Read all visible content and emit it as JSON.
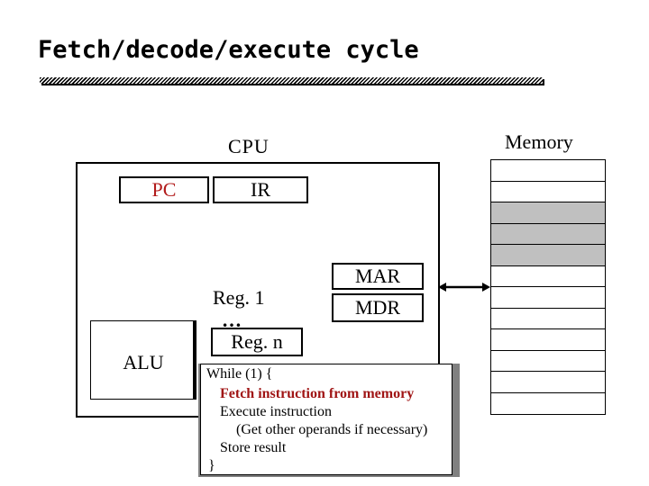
{
  "slide": {
    "title": "Fetch/decode/execute cycle"
  },
  "cpu": {
    "label": "CPU",
    "registers": {
      "pc": "PC",
      "ir": "IR",
      "reg1": "Reg. 1",
      "ellipsis": "…",
      "regn": "Reg. n",
      "mar": "MAR",
      "mdr": "MDR"
    },
    "alu": "ALU",
    "accent_color": "#b21b1b"
  },
  "memory": {
    "label": "Memory",
    "cell_count": 12,
    "highlighted_cells": [
      2,
      3,
      4
    ]
  },
  "code": {
    "line1": "While (1) {",
    "line2": "Fetch instruction from memory",
    "line3": "Execute instruction",
    "line4": "(Get other operands if necessary)",
    "line5": "Store result",
    "line6": "}"
  }
}
